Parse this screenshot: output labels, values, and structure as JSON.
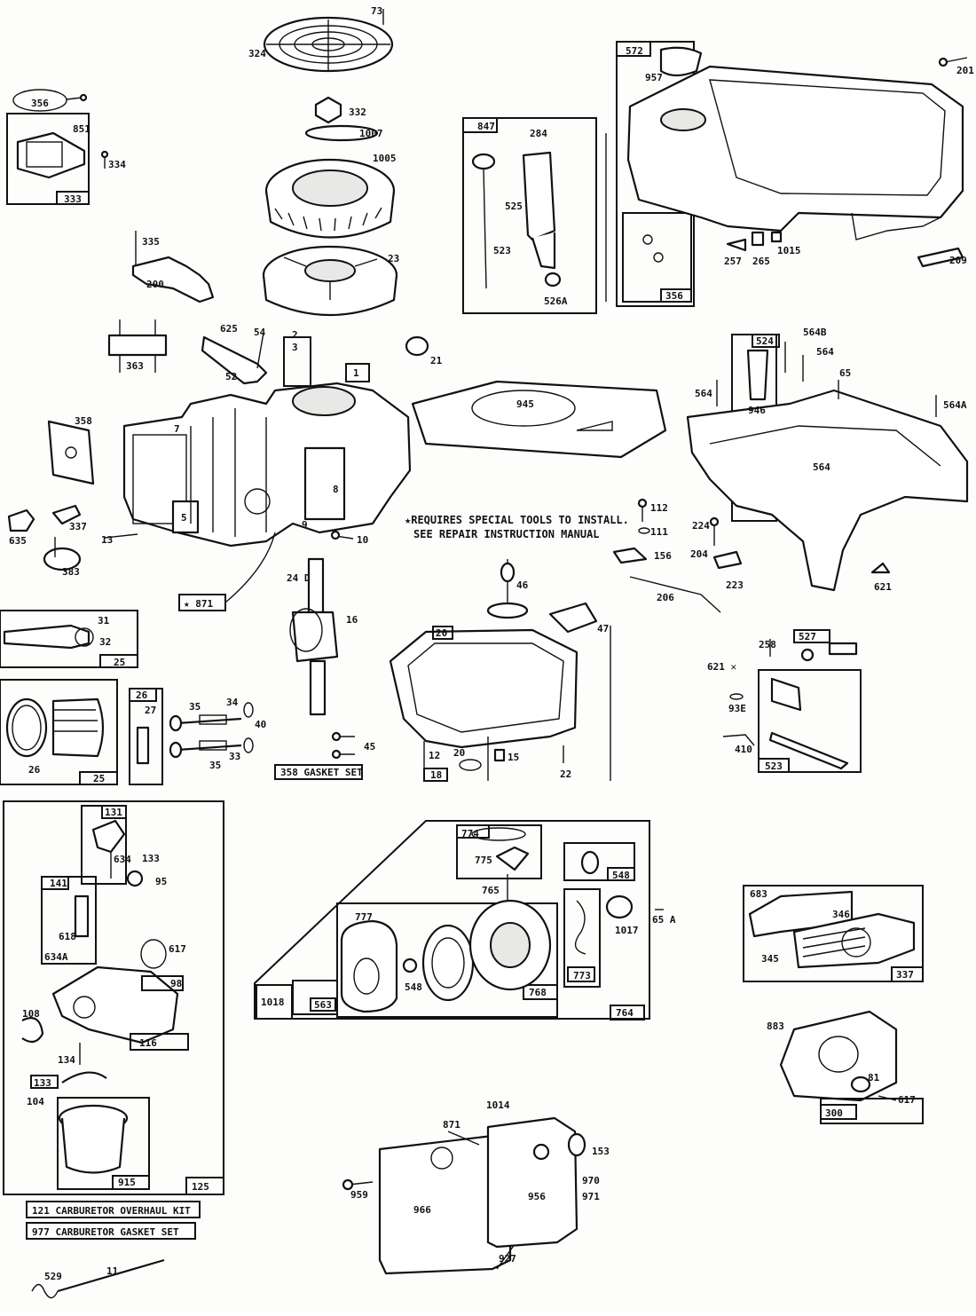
{
  "callouts": {
    "c73": "73",
    "c324": "324",
    "c332": "332",
    "c1007": "1007",
    "c1005": "1005",
    "c23": "23",
    "c356": "356",
    "c851": "851",
    "c334": "334",
    "c333": "333",
    "c335": "335",
    "c200": "200",
    "c363": "363",
    "c625": "625",
    "c54": "54",
    "c52": "52",
    "c2": "2",
    "c3": "3",
    "c1": "1",
    "c21": "21",
    "c7": "7",
    "c358": "358",
    "c8": "8",
    "c9": "9",
    "c5": "5",
    "c635": "635",
    "c337": "337",
    "c13": "13",
    "c383": "383",
    "c10": "10",
    "c871": "★ 871",
    "c847": "847",
    "c284": "284",
    "c525": "525",
    "c523": "523",
    "c526A": "526A",
    "c945": "945",
    "c572": "572",
    "c957": "957",
    "c201": "201",
    "c257": "257",
    "c265": "265",
    "c1015": "1015",
    "c209": "209",
    "c356b": "356",
    "c524": "524",
    "c564B": "564B",
    "c564a": "564",
    "c564b": "564",
    "c564c": "564",
    "c65": "65",
    "c946": "946",
    "c564A": "564A",
    "c621": "621",
    "c112": "112",
    "c111": "111",
    "c156": "156",
    "c224": "224",
    "c204": "204",
    "c223": "223",
    "c206": "206",
    "c24D": "24 D",
    "c16": "16",
    "c45": "45",
    "c46": "46",
    "c47": "47",
    "c20": "20",
    "c12": "12",
    "c20b": "20",
    "c15": "15",
    "c22": "22",
    "c18": "18",
    "c358g": "358 GASKET SET",
    "c31": "31",
    "c32": "32",
    "c25": "25",
    "c26": "26",
    "c27": "27",
    "c25b": "25",
    "c26b": "26",
    "c35": "35",
    "c34": "34",
    "c40": "40",
    "c33": "33",
    "c35b": "35",
    "c258": "258",
    "c527": "527",
    "c521": "621 ✕",
    "c93E": "93E",
    "c410": "410",
    "c523b": "523",
    "c131": "131",
    "c634": "634",
    "c133": "133",
    "c95": "95",
    "c141": "141",
    "c618": "618",
    "c634A": "634A",
    "c617": "617",
    "c108": "108",
    "c98": "98",
    "c116": "116",
    "c134": "134",
    "c133b": "133",
    "c104": "104",
    "c915": "915",
    "c125": "125",
    "c121": "121  CARBURETOR OVERHAUL KIT",
    "c977": "977  CARBURETOR GASKET SET",
    "c774": "774",
    "c775": "775",
    "c765": "765",
    "c777": "777",
    "c548": "548",
    "c548b": "548",
    "c1017": "1017",
    "c65A": "65\nA",
    "c773": "773",
    "c768": "768",
    "c764": "764",
    "c1018": "1018",
    "c563": "563",
    "c683": "683",
    "c346": "346",
    "c345": "345",
    "c337b": "337",
    "c883": "883",
    "c81": "81",
    "c617b": "617",
    "c300": "300",
    "c1014": "1014",
    "c871b": "871",
    "c153": "153",
    "c970": "970",
    "c971": "971",
    "c959": "959",
    "c966": "966",
    "c956": "956",
    "c927": "927",
    "c529": "529",
    "c11": "11"
  },
  "notes": {
    "line1": "★REQUIRES SPECIAL TOOLS TO INSTALL.",
    "line2": "SEE REPAIR INSTRUCTION MANUAL"
  },
  "colors": {
    "ink": "#111111",
    "paper": "#fdfdfc"
  }
}
